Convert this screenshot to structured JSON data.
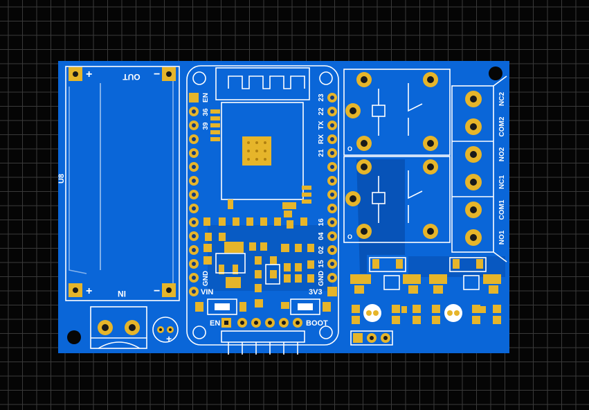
{
  "board": {
    "colors": {
      "substrate": "#0a66d8",
      "copper": "#0753b8",
      "pad": "#e6b52a",
      "silk": "#ffffff",
      "grid": "#3a3a3a",
      "background": "#050505"
    },
    "labels": {
      "module_ref": "U8",
      "out_label": "OUT",
      "in_label": "IN",
      "plus": "+",
      "minus": "−",
      "en_button": "EN",
      "boot_button": "BOOT",
      "vin": "VIN",
      "gnd_left": "GND",
      "gnd_right": "GND",
      "v3": "3V3",
      "pins_left_top": [
        "EN",
        "36",
        "39"
      ],
      "pins_right_top": [
        "23",
        "22",
        "TX",
        "RX",
        "21"
      ],
      "pins_right_mid": [
        "16",
        "04",
        "02",
        "15"
      ],
      "terminals": [
        "NC2",
        "COM2",
        "NO2",
        "NC1",
        "COM1",
        "NO1"
      ]
    }
  }
}
